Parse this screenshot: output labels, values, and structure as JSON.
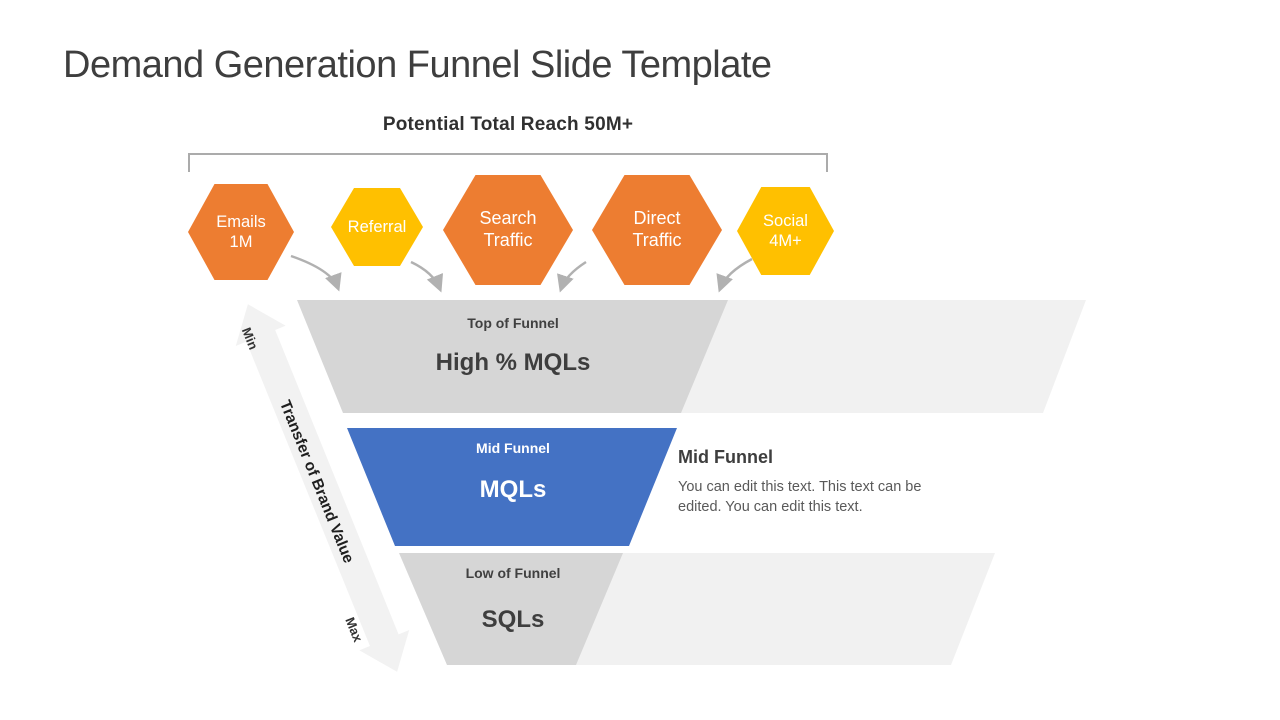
{
  "slide": {
    "title": "Demand Generation Funnel Slide Template",
    "reach_label": "Potential Total Reach 50M+"
  },
  "traffic_sources": [
    {
      "lines": [
        "Emails",
        "1M"
      ],
      "color": "#ED7D31"
    },
    {
      "lines": [
        "Referral"
      ],
      "color": "#FFC000"
    },
    {
      "lines": [
        "Search",
        "Traffic"
      ],
      "color": "#ED7D31"
    },
    {
      "lines": [
        "Direct",
        "Traffic"
      ],
      "color": "#ED7D31"
    },
    {
      "lines": [
        "Social",
        "4M+"
      ],
      "color": "#FFC000"
    }
  ],
  "funnel": {
    "levels": [
      {
        "stage": "Top of Funnel",
        "metric": "High % MQLs",
        "color": "#D6D6D6"
      },
      {
        "stage": "Mid Funnel",
        "metric": "MQLs",
        "color": "#4472C4"
      },
      {
        "stage": "Low of Funnel",
        "metric": "SQLs",
        "color": "#D6D6D6"
      }
    ]
  },
  "brand_axis": {
    "label": "Transfer of Brand Value",
    "min_label": "Min",
    "max_label": "Max"
  },
  "annotation": {
    "heading": "Mid Funnel",
    "body": "You can edit this text. This text can be edited. You can edit this text."
  },
  "colors": {
    "orange": "#ED7D31",
    "yellow": "#FFC000",
    "blue": "#4472C4",
    "funnel_gray": "#D6D6D6",
    "band_gray": "#F1F1F1",
    "arrow_gray": "#B1B1B1",
    "bracket_gray": "#ABABAB",
    "title_text": "#3E3E3E",
    "body_text": "#595959"
  }
}
